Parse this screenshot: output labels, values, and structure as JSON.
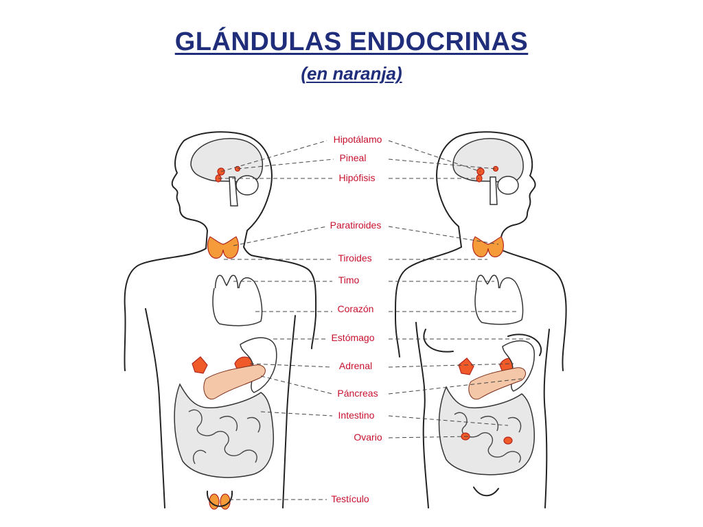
{
  "title": "GLÁNDULAS ENDOCRINAS",
  "subtitle": "(en naranja)",
  "labels": [
    "Hipotálamo",
    "Pineal",
    "Hipófisis",
    "Paratiroides",
    "Tiroides",
    "Timo",
    "Corazón",
    "Estómago",
    "Adrenal",
    "Páncreas",
    "Intestino",
    "Ovario",
    "Testículo"
  ],
  "colors": {
    "title": "#1f2d7a",
    "label": "#c8102e",
    "gland": "#f05a28",
    "gland_light": "#f59b3a"
  }
}
